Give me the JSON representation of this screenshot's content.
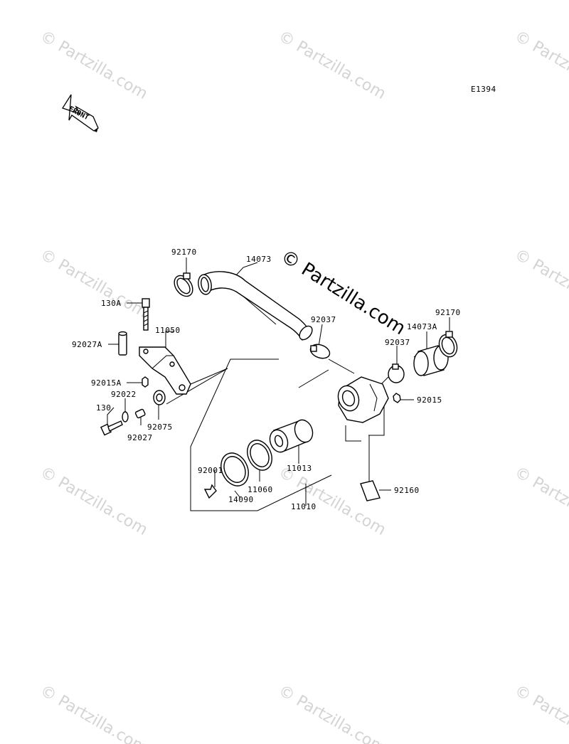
{
  "diagram": {
    "code": "E1394",
    "front_label": "FRONT",
    "watermark": "© Partzilla.com",
    "center_watermark": "© Partzilla.com",
    "parts": {
      "p92170_left": "92170",
      "p14073": "14073",
      "p130A": "130A",
      "p11050": "11050",
      "p92027A": "92027A",
      "p92015A": "92015A",
      "p92022": "92022",
      "p130": "130",
      "p92027": "92027",
      "p92075": "92075",
      "p92037_top": "92037",
      "p92037_right": "92037",
      "p14073A": "14073A",
      "p92170_right": "92170",
      "p92015": "92015",
      "p11013": "11013",
      "p92001": "92001",
      "p11060": "11060",
      "p14090": "14090",
      "p11010": "11010",
      "p92160": "92160"
    }
  }
}
